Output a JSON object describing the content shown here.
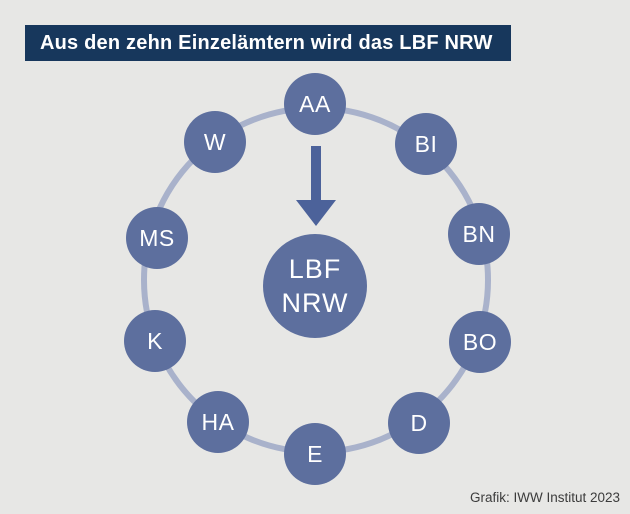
{
  "header": {
    "title": "Aus den zehn Einzelämtern wird das LBF NRW"
  },
  "diagram": {
    "type": "merge-ring",
    "center": {
      "line1": "LBF",
      "line2": "NRW"
    },
    "nodes": [
      {
        "label": "AA"
      },
      {
        "label": "BI"
      },
      {
        "label": "BN"
      },
      {
        "label": "BO"
      },
      {
        "label": "D"
      },
      {
        "label": "E"
      },
      {
        "label": "HA"
      },
      {
        "label": "K"
      },
      {
        "label": "MS"
      },
      {
        "label": "W"
      }
    ],
    "arrow_icon": "down-arrow"
  },
  "footer": {
    "credit": "Grafik: IWW Institut 2023"
  },
  "colors": {
    "background": "#e7e7e5",
    "header_bg": "#17375c",
    "header_text": "#ffffff",
    "node_fill": "#5d6f9e",
    "node_text": "#ffffff",
    "ring": "#a9b2cb",
    "arrow": "#4c629a",
    "credit_text": "#3c3c3c"
  }
}
